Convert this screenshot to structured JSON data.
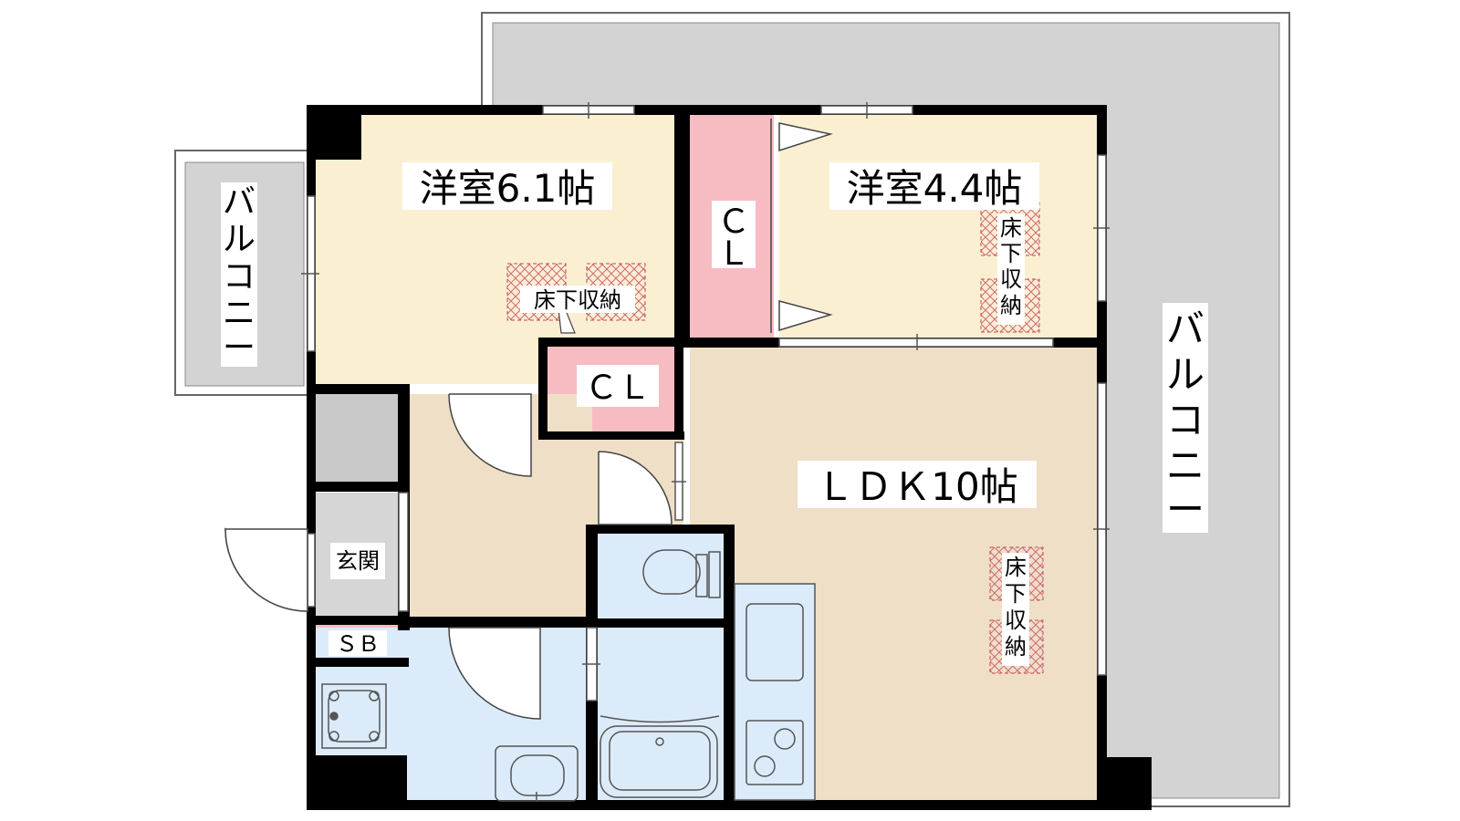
{
  "rooms": {
    "western_room_1": "洋室6.1帖",
    "western_room_2": "洋室4.4帖",
    "ldk": "ＬＤＫ10帖",
    "entrance": "玄関",
    "shoe_box": "ＳＢ",
    "closet_top": [
      "Ｃ",
      "Ｌ"
    ],
    "closet_mid": "ＣＬ"
  },
  "balconies": {
    "left": [
      "バ",
      "ル",
      "コ",
      "ニ",
      "ー"
    ],
    "right": [
      "バ",
      "ル",
      "コ",
      "ニ",
      "ー"
    ]
  },
  "underfloor_storage": {
    "room1_label": "床下収納",
    "room2_label": [
      "床",
      "下",
      "収",
      "納"
    ],
    "ldk_label": [
      "床",
      "下",
      "収",
      "納"
    ]
  },
  "colors": {
    "balcony": "#d3d3d3",
    "western_room": "#fbefd2",
    "ldk_floor": "#efdfc7",
    "closet": "#f7bcc2",
    "wet_area": "#dcebfa",
    "wall": "#000000"
  }
}
